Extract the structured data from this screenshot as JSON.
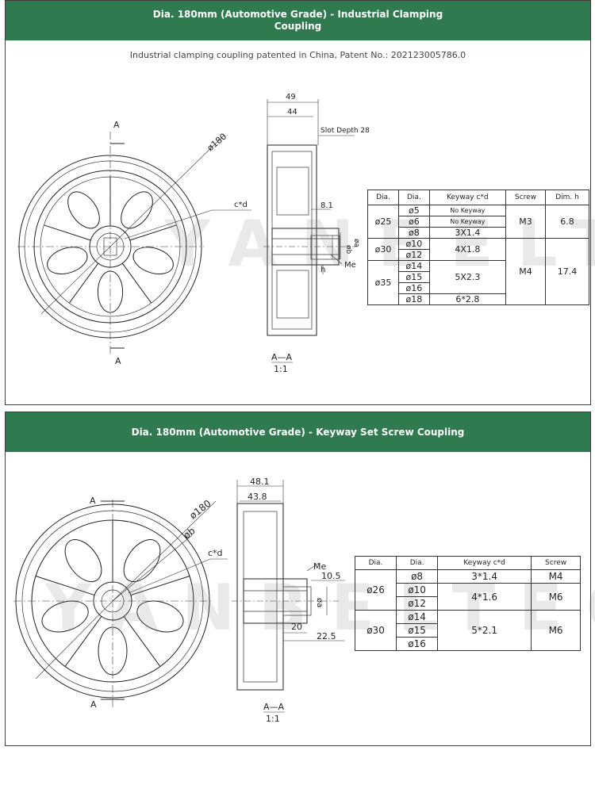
{
  "panel1": {
    "title": "Dia. 180mm (Automotive Grade) - Industrial Clamping Coupling",
    "subtitle": "Industrial clamping coupling patented in China, Patent No.: 202123005786.0",
    "drawing": {
      "section_letter": "A",
      "diameter_label": "ø180",
      "cd_label": "c*d",
      "dim_49": "49",
      "dim_44": "44",
      "slot_depth": "Slot Depth 28",
      "dim_8_1": "8.1",
      "b_label": "øb",
      "a_label": "øa",
      "me_label": "Me",
      "h_label": "h",
      "section_title": "A—A",
      "scale": "1:1"
    },
    "table": {
      "headers": [
        "Dia.",
        "Dia.",
        "Keyway c*d",
        "Screw",
        "Dim. h"
      ],
      "groups": [
        {
          "dia": "ø25",
          "screw": "M3",
          "h": "6.8",
          "rows": [
            [
              "ø5",
              "No Keyway"
            ],
            [
              "ø6",
              "No Keyway"
            ],
            [
              "ø8",
              "3X1.4"
            ]
          ]
        },
        {
          "dia": "ø30",
          "screw": "",
          "h": "",
          "rows": [
            [
              "ø10",
              "4X1.8"
            ],
            [
              "ø12",
              ""
            ]
          ]
        },
        {
          "dia": "ø35",
          "screw": "M4",
          "h": "17.4",
          "rows": [
            [
              "ø14",
              "5X2.3"
            ],
            [
              "ø15",
              ""
            ],
            [
              "ø16",
              ""
            ],
            [
              "ø18",
              "6*2.8"
            ]
          ]
        }
      ]
    }
  },
  "panel2": {
    "title": "Dia. 180mm (Automotive Grade) - Keyway Set Screw Coupling",
    "drawing": {
      "section_letter": "A",
      "diameter_label": "ø180",
      "b_label": "øb",
      "cd_label": "c*d",
      "dim_48_1": "48.1",
      "dim_43_8": "43.8",
      "me_label": "Me",
      "dim_10_5": "10.5",
      "a_label": "øa",
      "dim_20": "20",
      "dim_22_5": "22.5",
      "section_title": "A—A",
      "scale": "1:1"
    },
    "table": {
      "headers": [
        "Dia.",
        "Dia.",
        "Keyway c*d",
        "Screw"
      ],
      "groups": [
        {
          "dia": "ø26",
          "rows": [
            [
              "ø8",
              "3*1.4",
              "M4"
            ],
            [
              "ø10",
              "4*1.6",
              "M6"
            ],
            [
              "ø12",
              "",
              ""
            ]
          ]
        },
        {
          "dia": "ø30",
          "rows": [
            [
              "ø14",
              "5*2.1",
              "M6"
            ],
            [
              "ø15",
              "",
              ""
            ],
            [
              "ø16",
              "",
              ""
            ]
          ]
        }
      ]
    }
  },
  "watermark": "YANBELTEC"
}
